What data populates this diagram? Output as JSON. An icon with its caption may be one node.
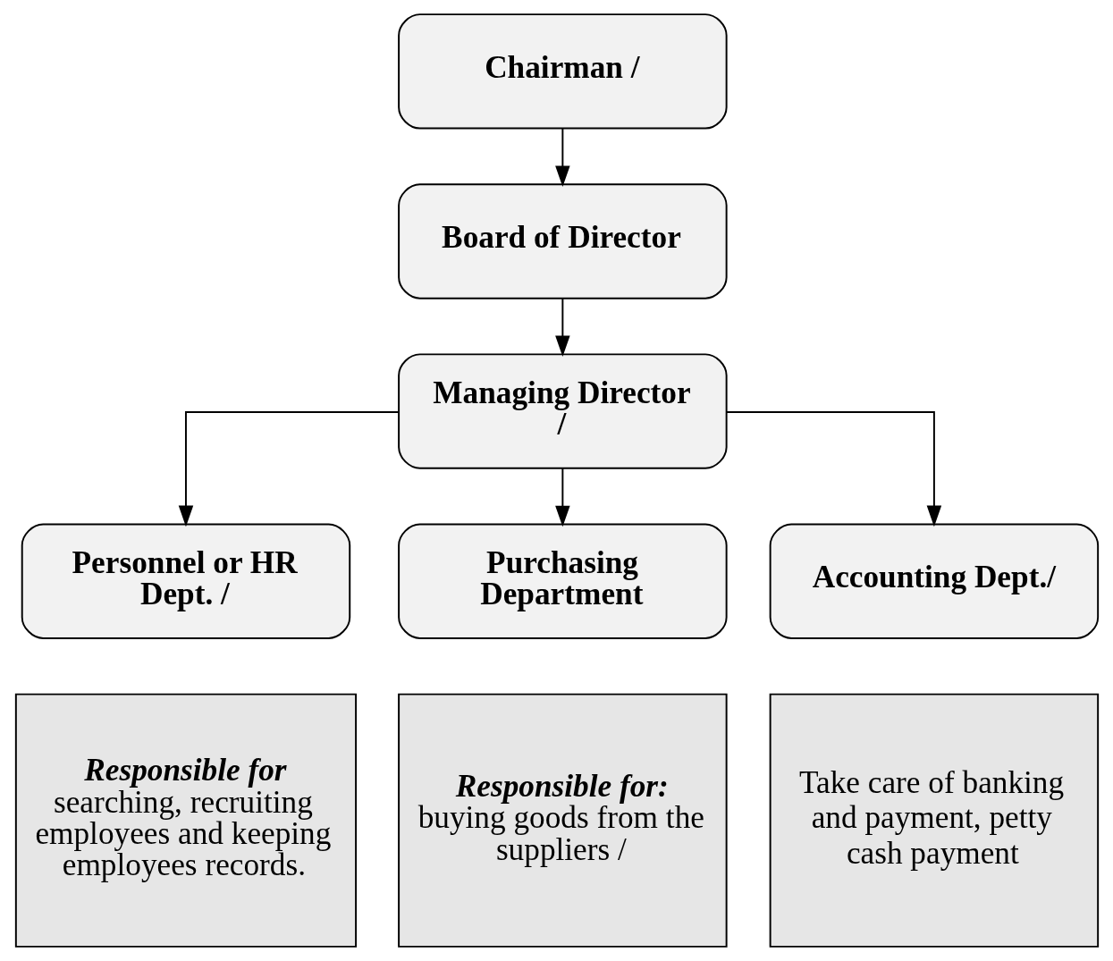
{
  "diagram": {
    "nodes": [
      {
        "text": [
          "Chairman /"
        ]
      },
      {
        "text": [
          "Board of Director"
        ]
      },
      {
        "text": [
          "Managing Director /"
        ]
      },
      {
        "text": [
          "Personnel or HR Dept. /"
        ]
      },
      {
        "text": [
          "Purchasing Department"
        ]
      },
      {
        "text": [
          "Accounting Dept./"
        ]
      },
      {
        "text": [
          "Responsible for",
          "searching, recruiting employees and keeping employees records."
        ]
      },
      {
        "text": [
          "Responsible for:",
          "buying goods from the suppliers /"
        ]
      },
      {
        "text": [
          "Take care of banking and payment, petty cash payment"
        ]
      }
    ],
    "edges": [
      {
        "from": 0,
        "to": 1,
        "arrow": "to"
      },
      {
        "from": 1,
        "to": 2,
        "arrow": "to"
      },
      {
        "from": 2,
        "to": 3,
        "arrow": "to"
      },
      {
        "from": 2,
        "to": 4,
        "arrow": "to"
      },
      {
        "from": 2,
        "to": 5,
        "arrow": "to"
      }
    ]
  }
}
